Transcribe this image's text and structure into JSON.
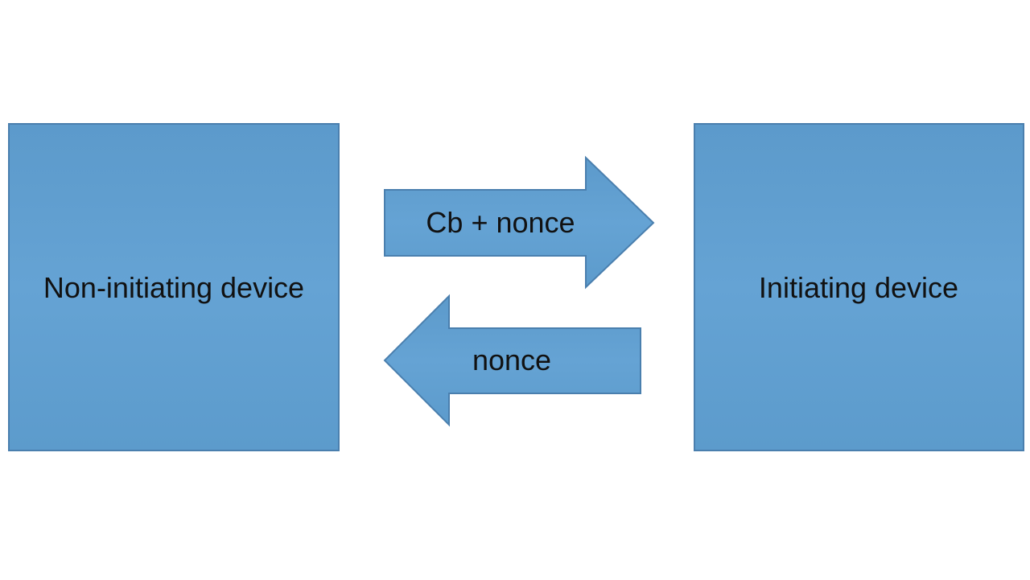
{
  "diagram": {
    "nodes": {
      "left": {
        "label": "Non-initiating device"
      },
      "right": {
        "label": "Initiating device"
      }
    },
    "arrows": {
      "forward": {
        "label": "Cb + nonce",
        "direction": "right"
      },
      "backward": {
        "label": "nonce",
        "direction": "left"
      }
    }
  },
  "colors": {
    "box_fill": "#5f9ecf",
    "box_stroke": "#4a7fae",
    "text": "#111111"
  }
}
